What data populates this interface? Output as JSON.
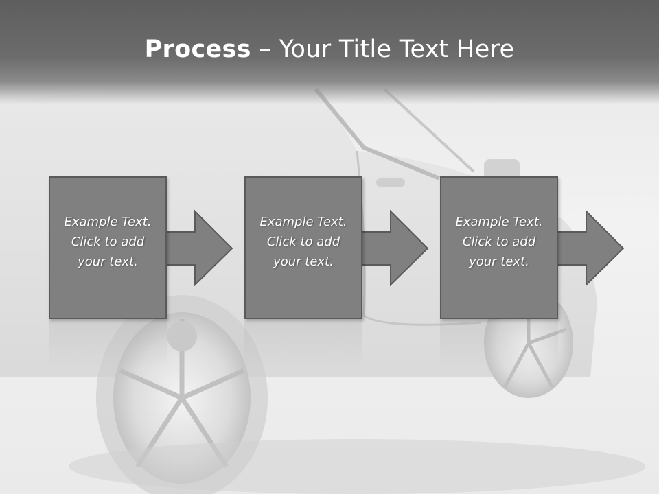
{
  "slide": {
    "title_bold": "Process",
    "title_rest": " – Your Title Text Here"
  },
  "process": {
    "steps": [
      {
        "text": "Example Text.\nClick  to add\nyour text."
      },
      {
        "text": "Example Text.\nClick  to add\nyour text."
      },
      {
        "text": "Example Text.\nClick  to add\nyour text."
      }
    ]
  },
  "colors": {
    "title_band": "#666666",
    "step_fill": "#808080",
    "step_border": "#5a5a5a",
    "text": "#ffffff"
  },
  "background_image": "car-side-photo"
}
